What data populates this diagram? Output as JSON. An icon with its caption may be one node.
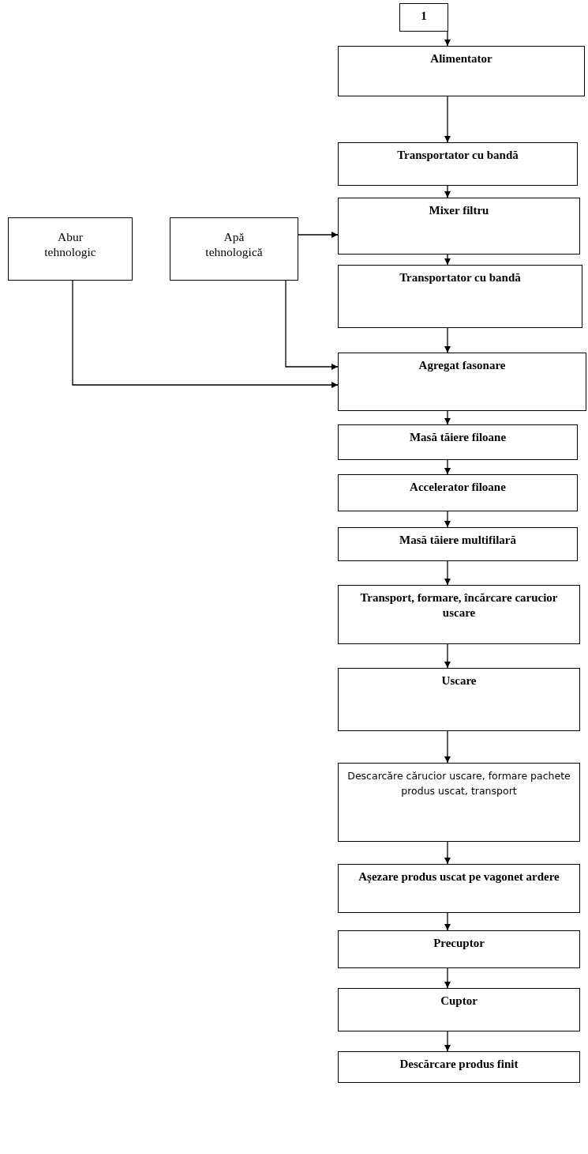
{
  "diagram": {
    "nodes": [
      {
        "text": [
          "1"
        ]
      },
      {
        "text": [
          "Alimentator"
        ]
      },
      {
        "text": [
          "Transportator cu bandă"
        ]
      },
      {
        "text": [
          "Abur tehnologic"
        ]
      },
      {
        "text": [
          "Apă tehnologică"
        ]
      },
      {
        "text": [
          "Mixer filtru"
        ]
      },
      {
        "text": [
          "Transportator cu bandă"
        ]
      },
      {
        "text": [
          "Agregat fasonare"
        ]
      },
      {
        "text": [
          "Masă tăiere filoane"
        ]
      },
      {
        "text": [
          "Accelerator filoane"
        ]
      },
      {
        "text": [
          "Masă tăiere multifilară"
        ]
      },
      {
        "text": [
          "Transport, formare, încărcare carucior uscare"
        ]
      },
      {
        "text": [
          "Uscare"
        ]
      },
      {
        "text": [
          "Descarcăre cărucior uscare, formare pachete produs uscat, transport"
        ]
      },
      {
        "text": [
          "Așezare produs uscat pe vagonet ardere"
        ]
      },
      {
        "text": [
          "Precuptor"
        ]
      },
      {
        "text": [
          "Cuptor"
        ]
      },
      {
        "text": [
          "Descărcare produs finit"
        ]
      }
    ],
    "edges": [
      {
        "from": 0,
        "to": 1,
        "arrow": "to"
      },
      {
        "from": 1,
        "to": 2,
        "arrow": "to"
      },
      {
        "from": 2,
        "to": 5,
        "arrow": "to"
      },
      {
        "from": 4,
        "to": 5,
        "arrow": "to"
      },
      {
        "from": 5,
        "to": 6,
        "arrow": "to"
      },
      {
        "from": 6,
        "to": 7,
        "arrow": "to"
      },
      {
        "from": 4,
        "to": 7,
        "arrow": "to"
      },
      {
        "from": 3,
        "to": 7,
        "arrow": "to"
      },
      {
        "from": 7,
        "to": 8,
        "arrow": "to"
      },
      {
        "from": 8,
        "to": 9,
        "arrow": "to"
      },
      {
        "from": 9,
        "to": 10,
        "arrow": "to"
      },
      {
        "from": 10,
        "to": 11,
        "arrow": "to"
      },
      {
        "from": 11,
        "to": 12,
        "arrow": "to"
      },
      {
        "from": 12,
        "to": 13,
        "arrow": "to"
      },
      {
        "from": 13,
        "to": 14,
        "arrow": "to"
      },
      {
        "from": 14,
        "to": 15,
        "arrow": "to"
      },
      {
        "from": 15,
        "to": 16,
        "arrow": "to"
      },
      {
        "from": 16,
        "to": 17,
        "arrow": "to"
      }
    ]
  }
}
